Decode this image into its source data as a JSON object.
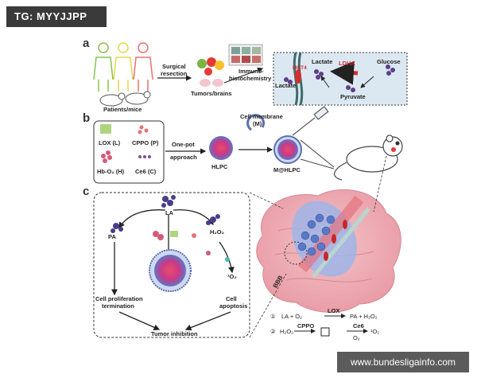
{
  "watermark_top": "TG: MYYJJPP",
  "watermark_bottom": "www.bundesligainfo.com",
  "panel_a": {
    "letter": "a",
    "patients": "Patients/mice",
    "surgical": "Surgical",
    "resection": "resection",
    "tumors": "Tumors/brains",
    "immuno": "Immuno-",
    "histochem": "histochemistry",
    "lactate_top": "Lactate",
    "lactate_left": "Lactate",
    "mct4": "MCT4",
    "ldha": "LDHA",
    "glucose": "Glucose",
    "pyruvate": "Pyruvate"
  },
  "panel_b": {
    "letter": "b",
    "lox": "LOX (L)",
    "cppo": "CPPO (P)",
    "hbo2": "Hb-O₂ (H)",
    "ce6": "Ce6 (C)",
    "onepot": "One-pot",
    "approach": "approach",
    "hlpc": "HLPC",
    "membrane": "Cell membrane",
    "membrane_m": "(M)",
    "mhlpc": "M@HLPC"
  },
  "panel_c": {
    "letter": "c",
    "la": "LA",
    "pa": "PA",
    "h2o2": "H₂O₂",
    "singlet": "¹O₂",
    "cell_prolif": "Cell proliferation",
    "termination": "termination",
    "cell": "Cell",
    "apoptosis": "apoptosis",
    "tumor_inhib": "Tumor inhibition",
    "bbb": "BBB"
  },
  "equations": {
    "eq1_num": "①",
    "eq1_left": "LA  +  O₂",
    "eq1_enzyme": "LOX",
    "eq1_right": "PA  +  H₂O₂",
    "eq2_num": "②",
    "eq2_left": "H₂O₂",
    "eq2_enzyme": "CPPO",
    "eq2_ce6": "Ce6",
    "eq2_o2": "O₂",
    "eq2_right": "¹O₂"
  }
}
